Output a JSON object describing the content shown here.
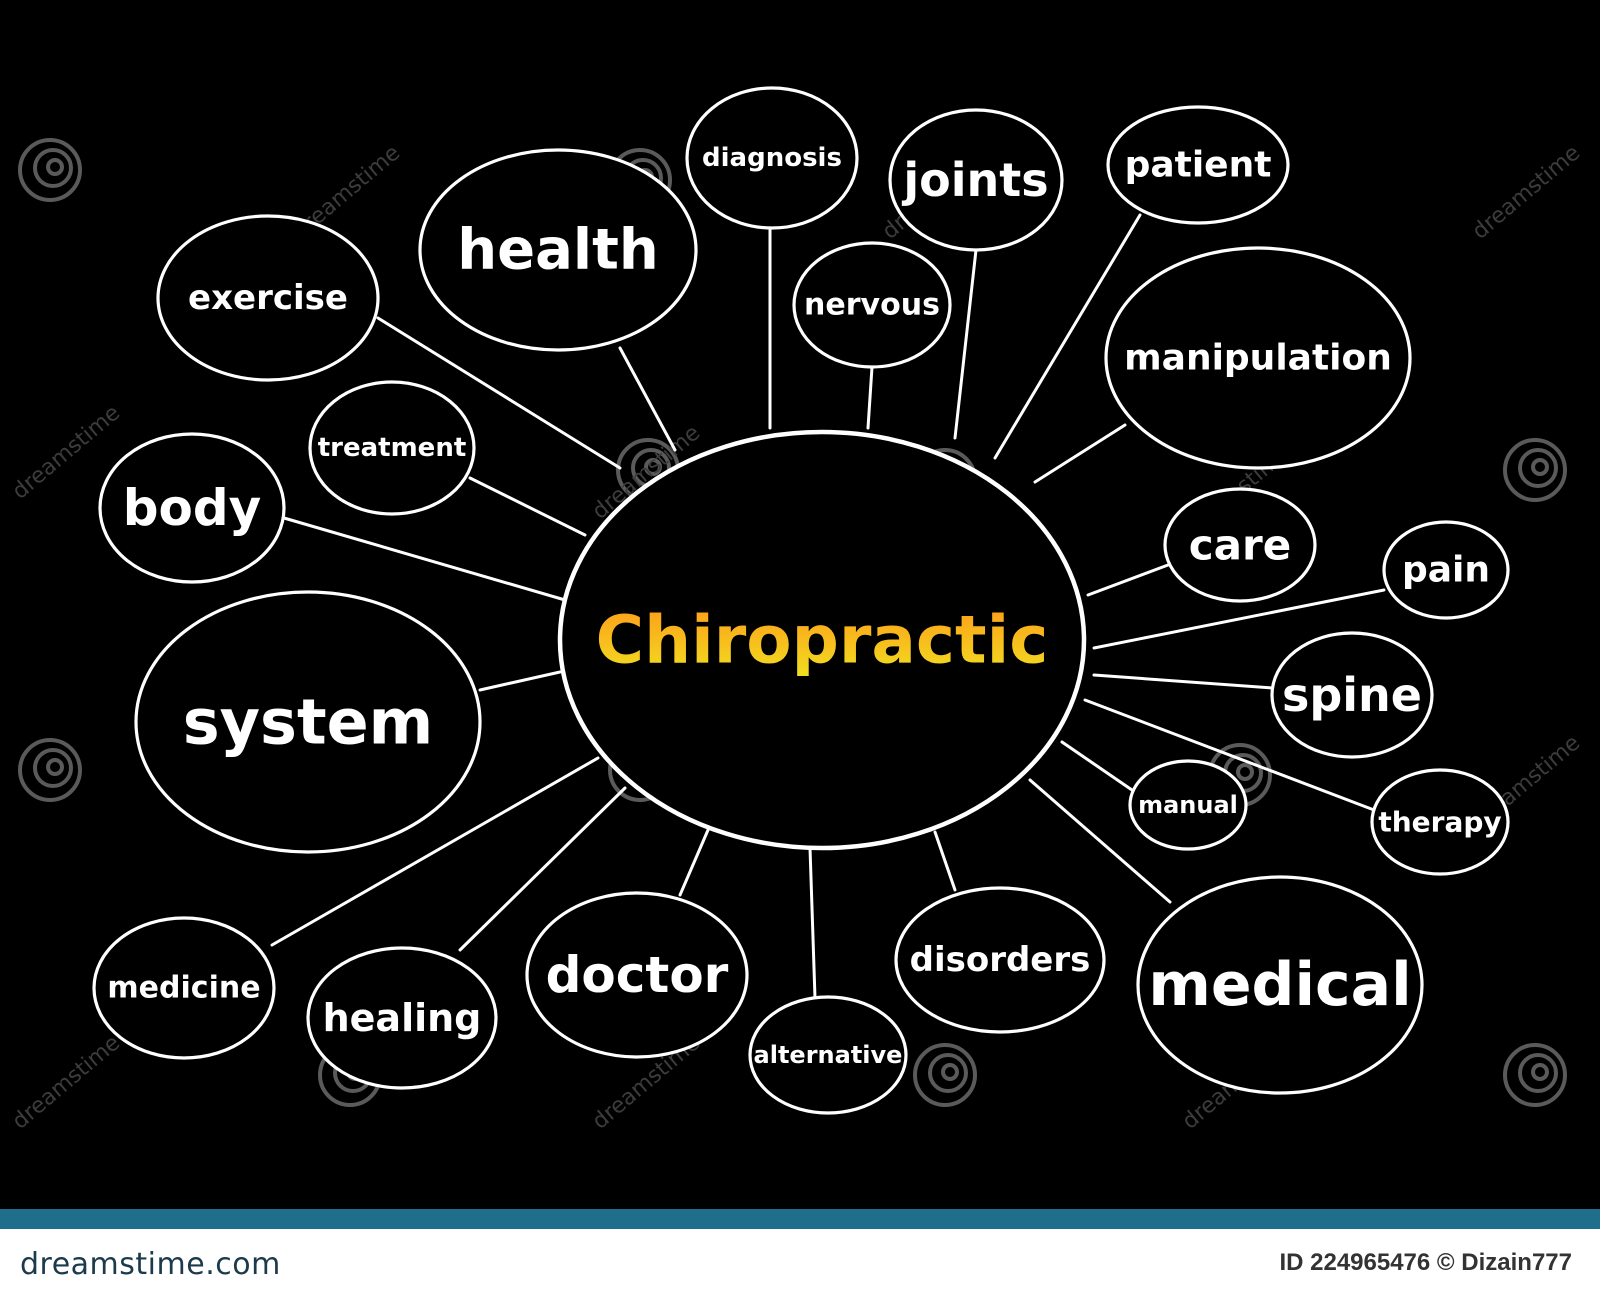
{
  "diagram": {
    "center": {
      "label": "Chiropractic",
      "gradient_top": "#ff9a1a",
      "gradient_bottom": "#f0e020"
    },
    "nodes": [
      {
        "id": "exercise",
        "label": "exercise"
      },
      {
        "id": "health",
        "label": "health"
      },
      {
        "id": "diagnosis",
        "label": "diagnosis"
      },
      {
        "id": "joints",
        "label": "joints"
      },
      {
        "id": "patient",
        "label": "patient"
      },
      {
        "id": "nervous",
        "label": "nervous"
      },
      {
        "id": "manipulation",
        "label": "manipulation"
      },
      {
        "id": "treatment",
        "label": "treatment"
      },
      {
        "id": "body",
        "label": "body"
      },
      {
        "id": "care",
        "label": "care"
      },
      {
        "id": "pain",
        "label": "pain"
      },
      {
        "id": "system",
        "label": "system"
      },
      {
        "id": "spine",
        "label": "spine"
      },
      {
        "id": "manual",
        "label": "manual"
      },
      {
        "id": "therapy",
        "label": "therapy"
      },
      {
        "id": "medicine",
        "label": "medicine"
      },
      {
        "id": "healing",
        "label": "healing"
      },
      {
        "id": "doctor",
        "label": "doctor"
      },
      {
        "id": "alternative",
        "label": "alternative"
      },
      {
        "id": "disorders",
        "label": "disorders"
      },
      {
        "id": "medical",
        "label": "medical"
      }
    ]
  },
  "watermark": {
    "text": "dreamstime"
  },
  "footer": {
    "logo": "dreamstime.com",
    "id_text": "ID 224965476 © Dizain777",
    "bar_color": "#1f6e8c"
  }
}
